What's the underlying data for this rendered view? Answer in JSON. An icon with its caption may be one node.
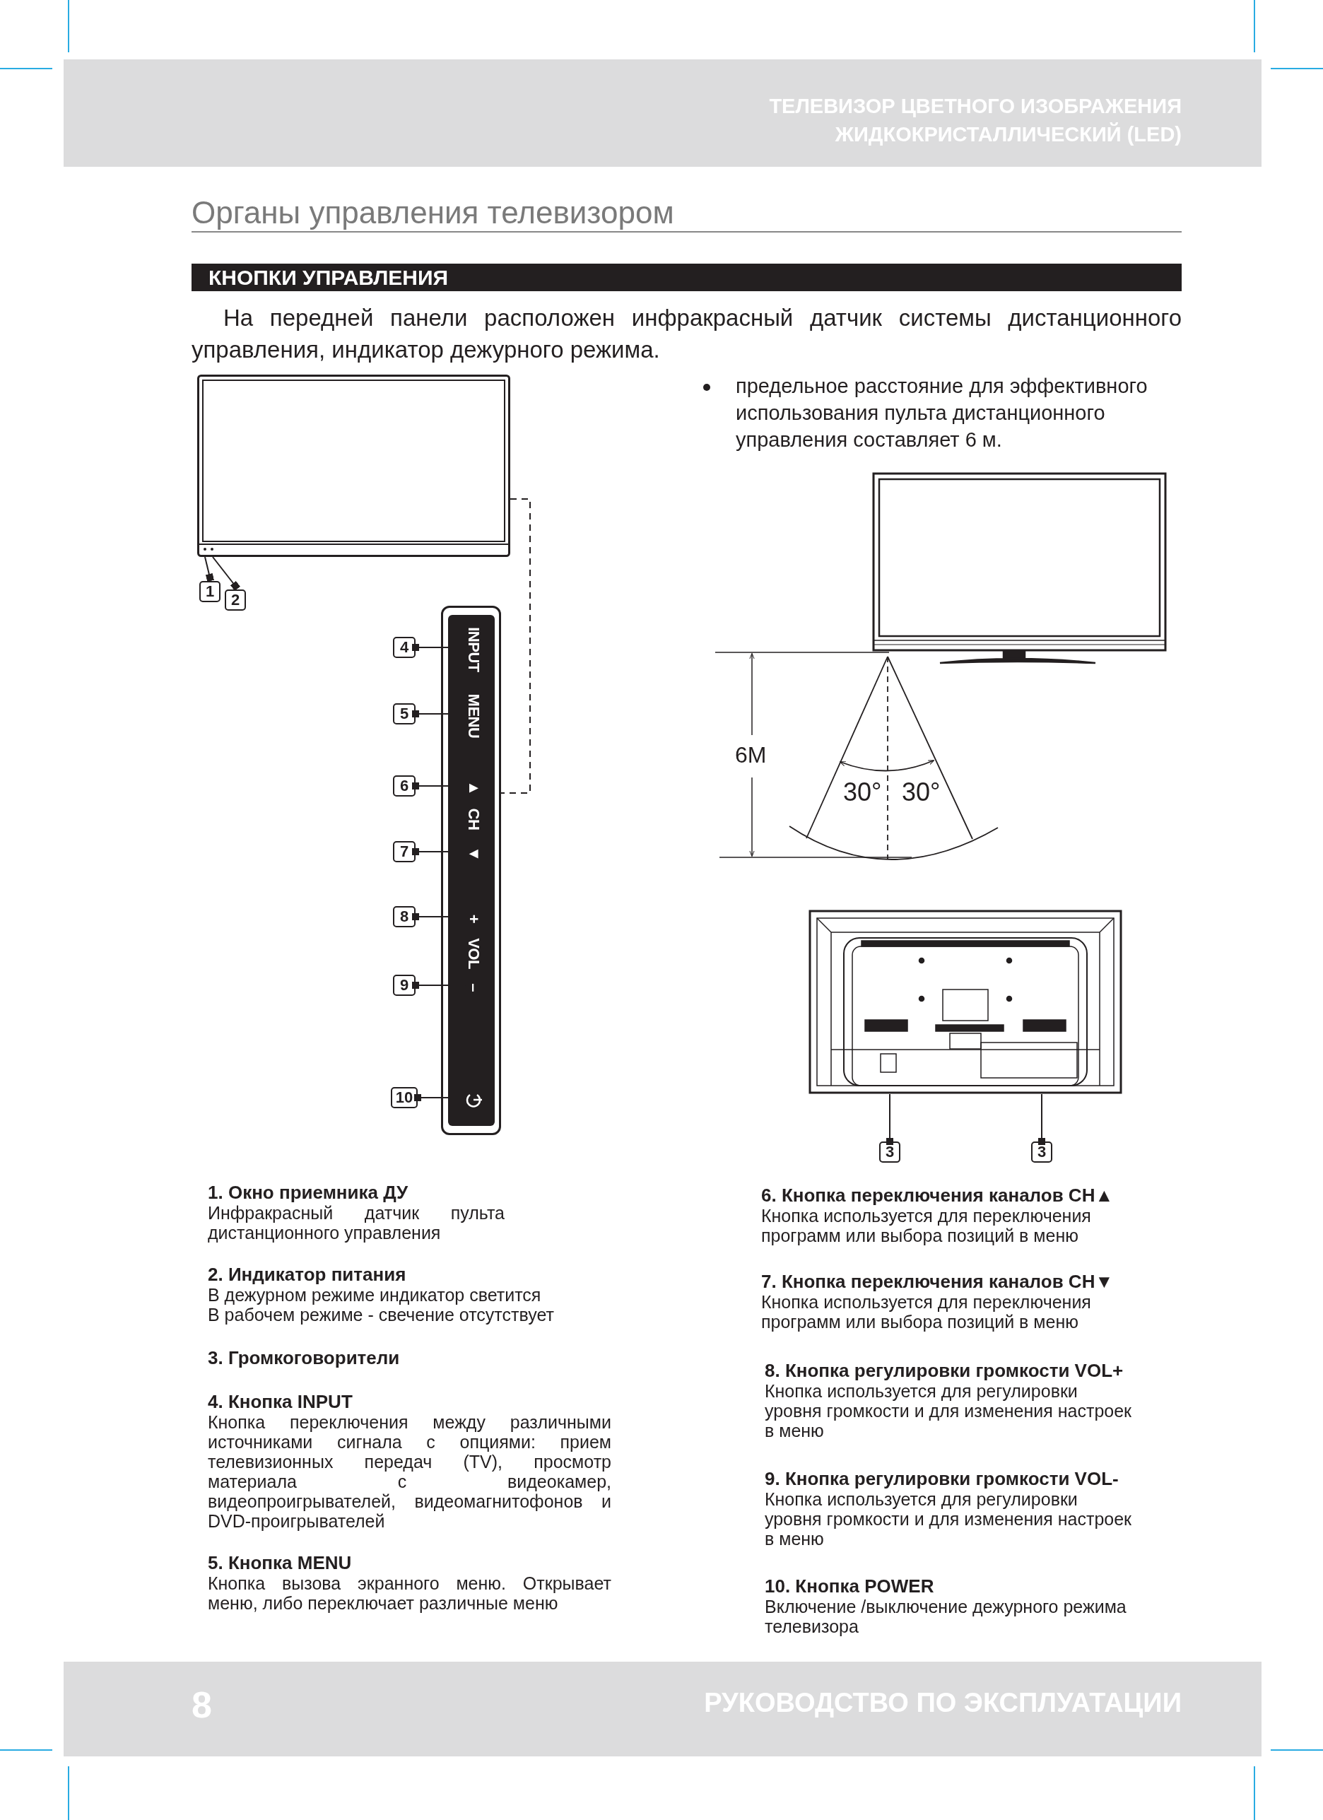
{
  "diagram": {
    "title": "Органы управления телевизором",
    "nodes": [
      {
        "text": [],
        "shape": "picture"
      },
      {
        "text": [
          "1"
        ]
      },
      {
        "text": [
          "2"
        ]
      },
      {
        "text": [],
        "shape": "box"
      },
      {
        "text": [
          "INPUT"
        ],
        "in": 3
      },
      {
        "text": [
          "MENU"
        ],
        "in": 3
      },
      {
        "text": [
          "▲"
        ],
        "in": 3
      },
      {
        "text": [
          "CH"
        ],
        "in": 3
      },
      {
        "text": [
          "▼"
        ],
        "in": 3
      },
      {
        "text": [
          "+"
        ],
        "in": 3
      },
      {
        "text": [
          "VOL"
        ],
        "in": 3
      },
      {
        "text": [
          "–"
        ],
        "in": 3
      },
      {
        "text": [],
        "shape": "icon",
        "in": 3
      },
      {
        "text": [
          "4"
        ]
      },
      {
        "text": [
          "5"
        ]
      },
      {
        "text": [
          "6"
        ]
      },
      {
        "text": [
          "7"
        ]
      },
      {
        "text": [
          "8"
        ]
      },
      {
        "text": [
          "9"
        ]
      },
      {
        "text": [
          "10"
        ]
      },
      {
        "text": [],
        "shape": "picture"
      },
      {
        "text": [
          "3"
        ]
      },
      {
        "text": [
          "3"
        ]
      }
    ],
    "edges": [
      {
        "from": 1,
        "to": 0,
        "arrow": "other"
      },
      {
        "from": 2,
        "to": 0,
        "arrow": "other"
      },
      {
        "from": 0,
        "to": 3,
        "arrow": "none",
        "style": "dashed"
      },
      {
        "from": 13,
        "to": 4,
        "arrow": "other"
      },
      {
        "from": 14,
        "to": 5,
        "arrow": "other"
      },
      {
        "from": 15,
        "to": 6,
        "arrow": "other"
      },
      {
        "from": 16,
        "to": 8,
        "arrow": "other"
      },
      {
        "from": 17,
        "to": 9,
        "arrow": "other"
      },
      {
        "from": 18,
        "to": 11,
        "arrow": "other"
      },
      {
        "from": 19,
        "to": 12,
        "arrow": "other"
      },
      {
        "from": 21,
        "to": 20,
        "arrow": "other"
      },
      {
        "from": 22,
        "to": 20,
        "arrow": "other"
      }
    ],
    "labels": [
      "ТЕЛЕВИЗОР ЦВЕТНОГО ИЗОБРАЖЕНИЯ ЖИДКОКРИСТАЛЛИЧЕСКИЙ (LED)",
      "КНОПКИ УПРАВЛЕНИЯ",
      "На передней панели расположен инфракрасный датчик системы дистанционного управления, индикатор дежурного режима.",
      "предельное расстояние для эффективного использования пульта дистанционного управления составляет 6 м.",
      "6M",
      "30°",
      "30°",
      "1. Окно приемника ДУ",
      "Инфракрасный датчик пульта дистанционного управления",
      "2. Индикатор питания",
      "В дежурном режиме индикатор светится",
      "В рабочем режиме - свечение отсутствует",
      "3. Громкоговорители",
      "4. Кнопка INPUT",
      "Кнопка переключения между различными источниками сигнала с опциями: прием телевизионных передач (TV), просмотр материала с видеокамер, видеопроигрывателей, видеомагнитофонов и DVD-проигрывателей",
      "5. Кнопка MENU",
      "Кнопка вызова экранного меню. Открывает меню, либо переключает различные меню",
      "6. Кнопка переключения каналов CH▲",
      "Кнопка используется для переключения программ или выбора позиций в меню",
      "7. Кнопка переключения каналов CH▼",
      "Кнопка используется для переключения программ или выбора позиций в меню",
      "8. Кнопка регулировки громкости VOL+",
      "Кнопка используется для регулировки уровня громкости и для изменения настроек в меню",
      "9. Кнопка регулировки громкости VOL-",
      "Кнопка используется для регулировки уровня громкости и для изменения настроек в меню",
      "10. Кнопка POWER",
      "Включение /выключение дежурного режима телевизора",
      "8",
      "РУКОВОДСТВО ПО ЭКСПЛУАТАЦИИ"
    ]
  }
}
